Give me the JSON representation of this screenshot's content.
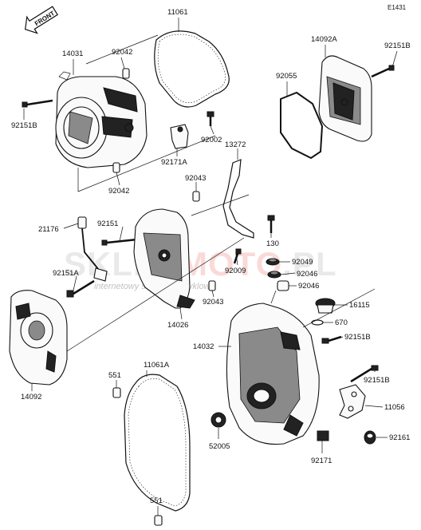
{
  "diagram_id": "E1431",
  "front_label": "FRONT",
  "watermark": {
    "part1": "SKLEP",
    "part2": "MOTO",
    "part3": ".PL",
    "tagline": "internetowy sklep motocyklowy",
    "color_gray": "#8c8c8c",
    "color_red": "#e23a2e"
  },
  "labels": [
    {
      "id": "11061",
      "text": "11061"
    },
    {
      "id": "14031",
      "text": "14031"
    },
    {
      "id": "92042-top",
      "text": "92042"
    },
    {
      "id": "14092A",
      "text": "14092A"
    },
    {
      "id": "92151B-top",
      "text": "92151B"
    },
    {
      "id": "92055",
      "text": "92055"
    },
    {
      "id": "92151B-left",
      "text": "92151B"
    },
    {
      "id": "92002",
      "text": "92002"
    },
    {
      "id": "13272",
      "text": "13272"
    },
    {
      "id": "92171A",
      "text": "92171A"
    },
    {
      "id": "92042-bot",
      "text": "92042"
    },
    {
      "id": "92043-top",
      "text": "92043"
    },
    {
      "id": "21176",
      "text": "21176"
    },
    {
      "id": "92151",
      "text": "92151"
    },
    {
      "id": "130",
      "text": "130"
    },
    {
      "id": "92049",
      "text": "92049"
    },
    {
      "id": "92151A",
      "text": "92151A"
    },
    {
      "id": "92009",
      "text": "92009"
    },
    {
      "id": "92046",
      "text": "92046"
    },
    {
      "id": "92046b",
      "text": "92046"
    },
    {
      "id": "92043-bot",
      "text": "92043"
    },
    {
      "id": "16115",
      "text": "16115"
    },
    {
      "id": "14026",
      "text": "14026"
    },
    {
      "id": "670",
      "text": "670"
    },
    {
      "id": "14032",
      "text": "14032"
    },
    {
      "id": "92151B-mid",
      "text": "92151B"
    },
    {
      "id": "14092",
      "text": "14092"
    },
    {
      "id": "551-top",
      "text": "551"
    },
    {
      "id": "11061A",
      "text": "11061A"
    },
    {
      "id": "92151B-low",
      "text": "92151B"
    },
    {
      "id": "11056",
      "text": "11056"
    },
    {
      "id": "92161",
      "text": "92161"
    },
    {
      "id": "52005",
      "text": "52005"
    },
    {
      "id": "92171",
      "text": "92171"
    },
    {
      "id": "551-bot",
      "text": "551"
    }
  ]
}
